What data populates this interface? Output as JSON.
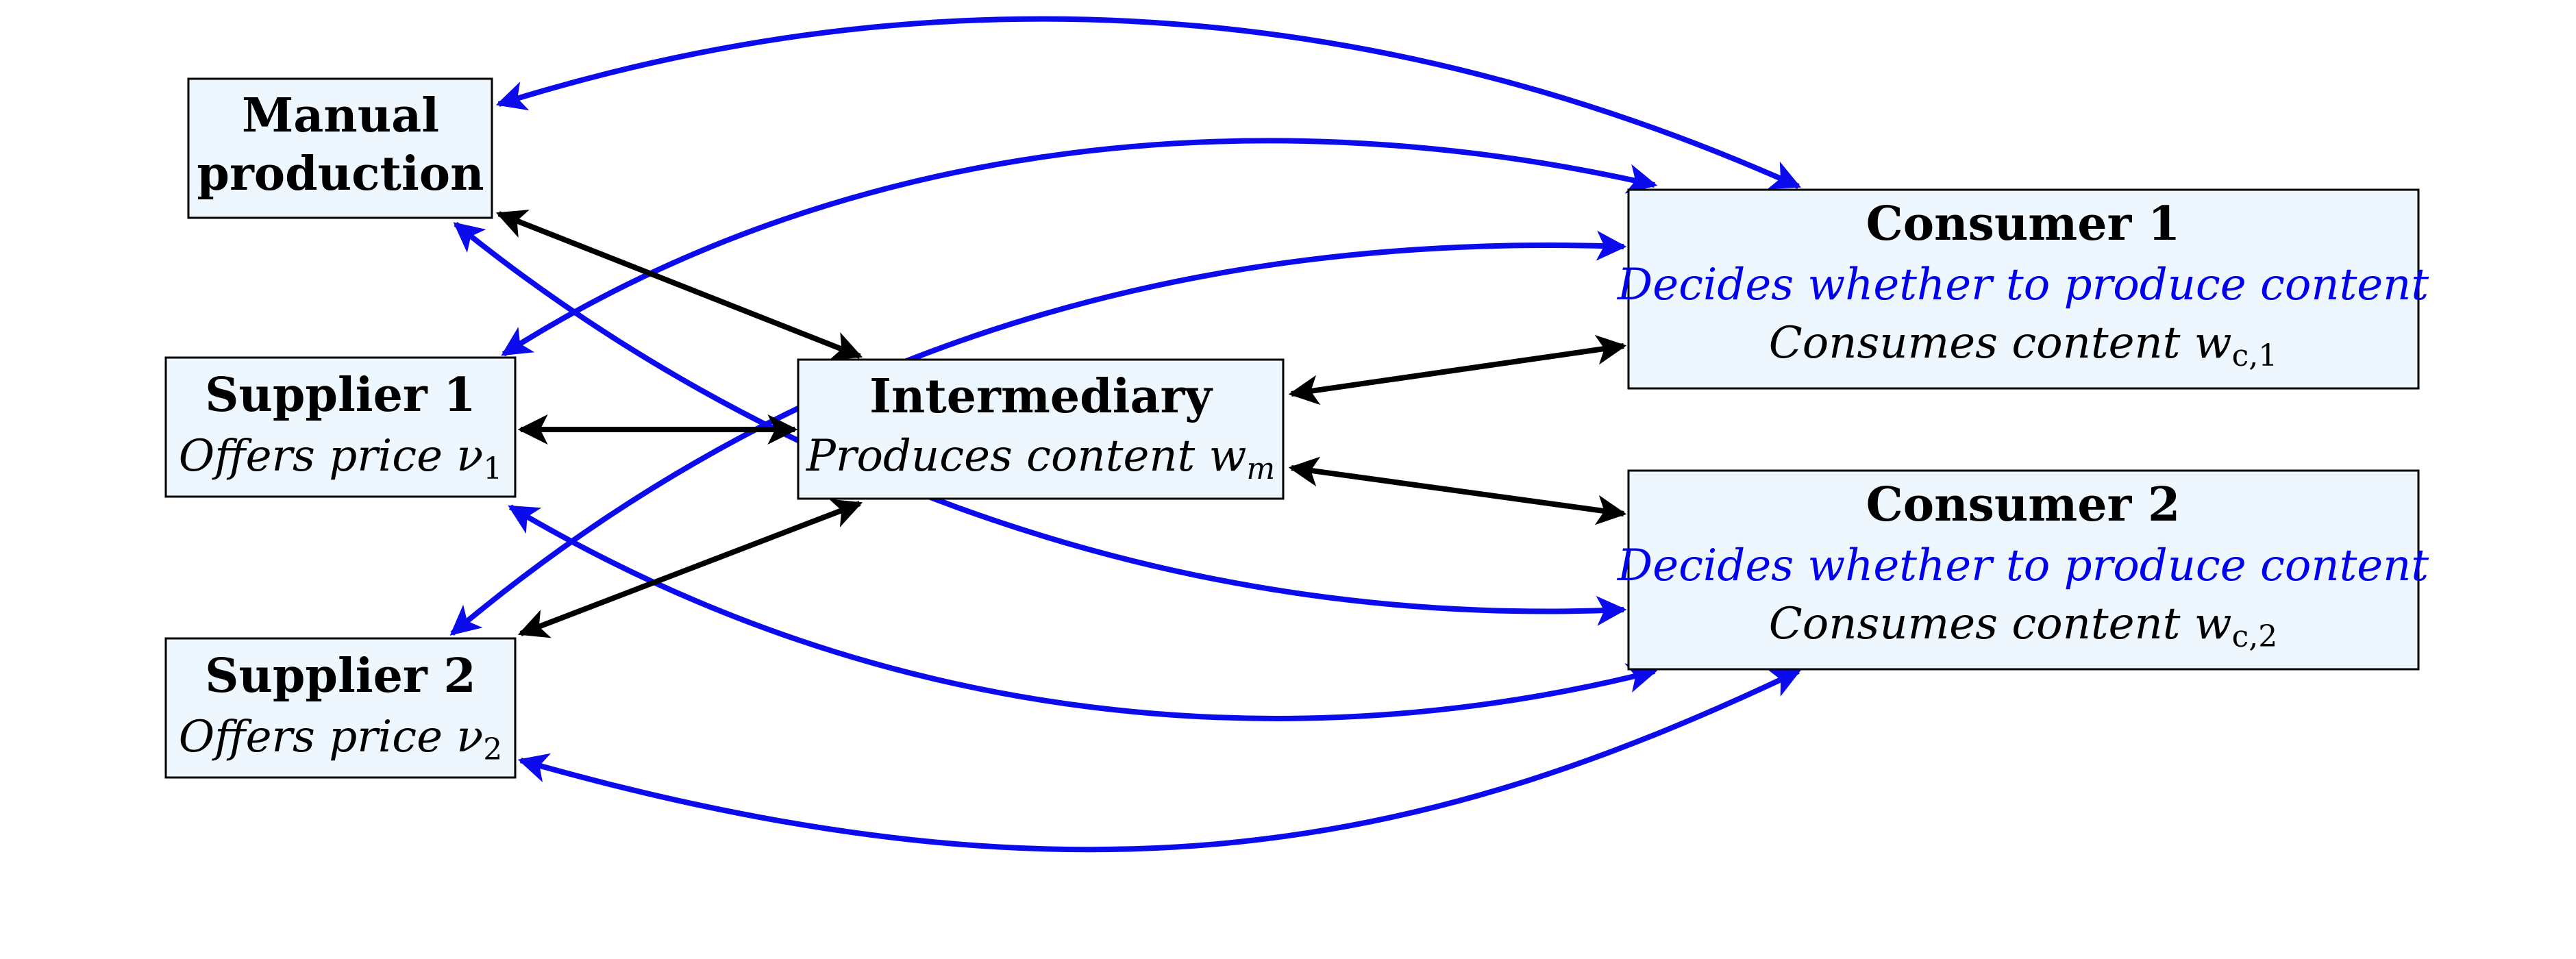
{
  "nodes": {
    "manual_production": {
      "title_line1": "Manual",
      "title_line2": "production"
    },
    "supplier_1": {
      "title": "Supplier 1",
      "desc_text": "Offers price ",
      "desc_symbol": "ν",
      "desc_subscript": "1"
    },
    "supplier_2": {
      "title": "Supplier 2",
      "desc_text": "Offers price ",
      "desc_symbol": "ν",
      "desc_subscript": "2"
    },
    "intermediary": {
      "title": "Intermediary",
      "desc_text": "Produces content ",
      "desc_symbol": "w",
      "desc_subscript": "m"
    },
    "consumer_1": {
      "title": "Consumer 1",
      "decision": "Decides whether to produce content",
      "consumes_text": "Consumes content ",
      "consumes_symbol": "w",
      "consumes_subscript": "c,1"
    },
    "consumer_2": {
      "title": "Consumer 2",
      "decision": "Decides whether to produce content",
      "consumes_text": "Consumes content ",
      "consumes_symbol": "w",
      "consumes_subscript": "c,2"
    }
  },
  "colors": {
    "node_fill": "#eef7fd",
    "node_border": "#000000",
    "blue_edge": "#0b0bee",
    "blue_text": "#0000ee",
    "black_edge": "#000000"
  }
}
